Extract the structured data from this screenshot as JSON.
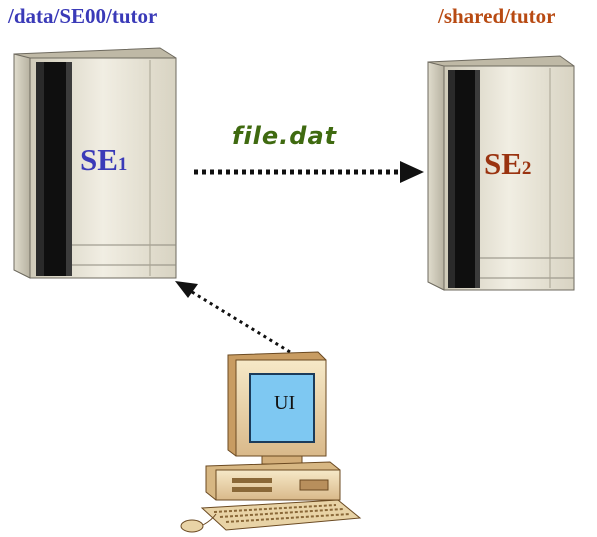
{
  "labels": {
    "se1_path": "/data/SE00/tutor",
    "se2_path": "/shared/tutor",
    "transfer_file": "file.dat"
  },
  "nodes": {
    "se1": {
      "prefix": "SE",
      "sub": "1"
    },
    "se2": {
      "prefix": "SE",
      "sub": "2"
    },
    "ui": {
      "label": "UI"
    }
  },
  "colors": {
    "se1_path": "#3a3ab8",
    "se2_path": "#b84a12",
    "se1_label": "#3a3ab8",
    "se2_label": "#9a3310",
    "file_label": "#3f6a10",
    "ui_screen": "#7ec8f2"
  },
  "edges": [
    {
      "from": "se1",
      "to": "se2",
      "style": "dotted-arrow",
      "label": "file.dat"
    },
    {
      "from": "ui",
      "to": "se1",
      "style": "dotted-arrow"
    }
  ]
}
